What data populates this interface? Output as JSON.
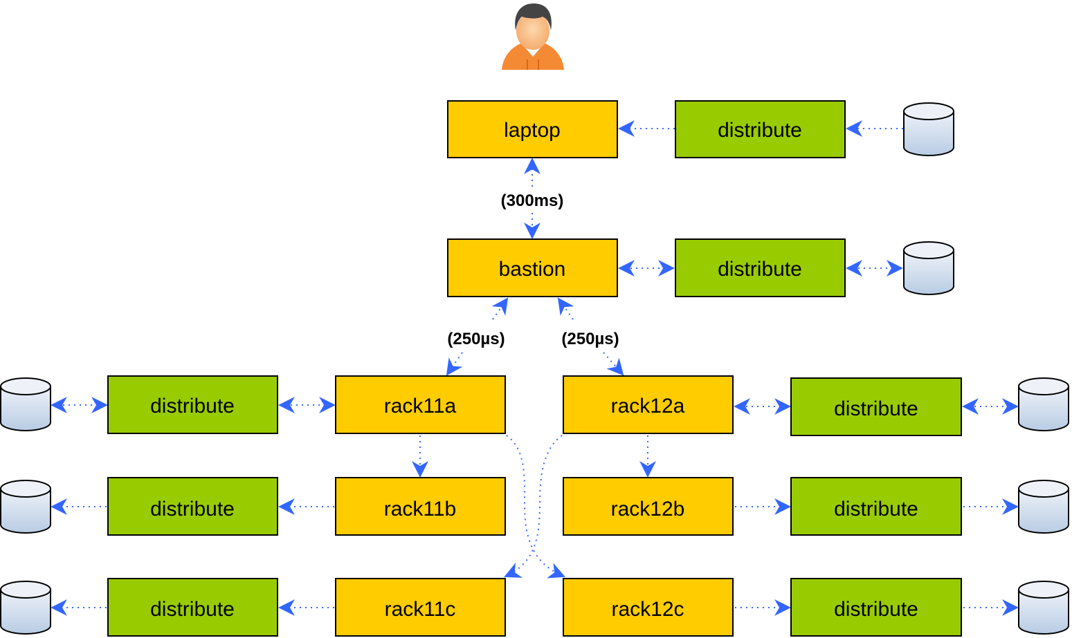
{
  "colors": {
    "host_fill": "#FFCC00",
    "distribute_fill": "#99CC00",
    "box_stroke": "#000000",
    "arrow": "#3366FF",
    "db_fill_top": "#EEF2F8",
    "db_fill_bottom": "#B8CCE4",
    "user_hood": "#F58A34",
    "user_face": "#FBC18A",
    "user_hair": "#444444"
  },
  "icons": {
    "user": "user-icon",
    "database": "database-icon"
  },
  "nodes": {
    "laptop": "laptop",
    "bastion": "bastion",
    "rack11a": "rack11a",
    "rack11b": "rack11b",
    "rack11c": "rack11c",
    "rack12a": "rack12a",
    "rack12b": "rack12b",
    "rack12c": "rack12c"
  },
  "distribute_label": "distribute",
  "latencies": {
    "laptop_bastion": "(300ms)",
    "bastion_rack11a": "(250µs)",
    "bastion_rack12a": "(250µs)"
  }
}
